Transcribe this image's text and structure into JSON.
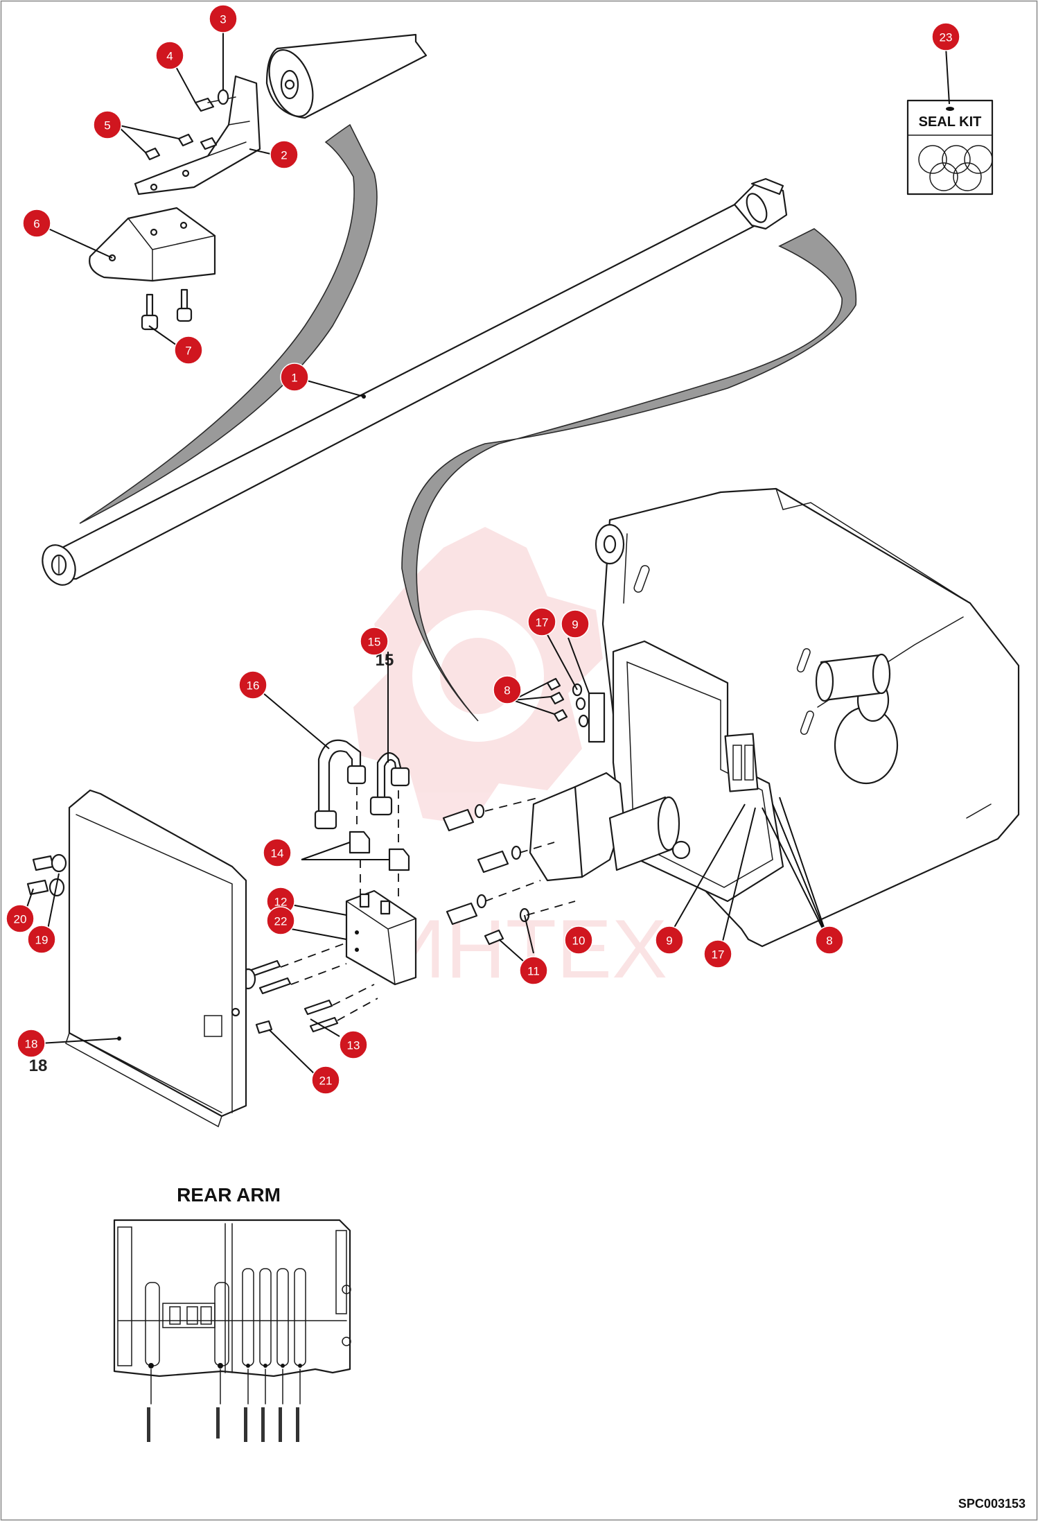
{
  "document": {
    "drawing_code": "SPC003153",
    "watermark_text": "ИНТЕХ",
    "seal_kit_label": "SEAL KIT",
    "rear_arm_title": "REAR ARM"
  },
  "colors": {
    "callout": "#d0161f",
    "line": "#1a1a1a",
    "hose_fill": "#9a9a9a",
    "watermark": "#e0303a"
  },
  "callouts": [
    {
      "id": "1",
      "label": "1"
    },
    {
      "id": "2",
      "label": "2"
    },
    {
      "id": "3",
      "label": "3"
    },
    {
      "id": "4",
      "label": "4"
    },
    {
      "id": "5",
      "label": "5"
    },
    {
      "id": "6",
      "label": "6"
    },
    {
      "id": "7",
      "label": "7"
    },
    {
      "id": "8a",
      "label": "8"
    },
    {
      "id": "8b",
      "label": "8"
    },
    {
      "id": "9a",
      "label": "9"
    },
    {
      "id": "9b",
      "label": "9"
    },
    {
      "id": "10",
      "label": "10"
    },
    {
      "id": "11",
      "label": "11"
    },
    {
      "id": "12",
      "label": "12"
    },
    {
      "id": "13",
      "label": "13"
    },
    {
      "id": "14",
      "label": "14"
    },
    {
      "id": "15",
      "label": "15"
    },
    {
      "id": "16",
      "label": "16"
    },
    {
      "id": "17a",
      "label": "17"
    },
    {
      "id": "17b",
      "label": "17"
    },
    {
      "id": "18",
      "label": "18"
    },
    {
      "id": "19",
      "label": "19"
    },
    {
      "id": "20",
      "label": "20"
    },
    {
      "id": "21",
      "label": "21"
    },
    {
      "id": "22",
      "label": "22"
    },
    {
      "id": "23",
      "label": "23"
    }
  ],
  "part_numbers": {
    "p15": "15",
    "p18": "18"
  }
}
